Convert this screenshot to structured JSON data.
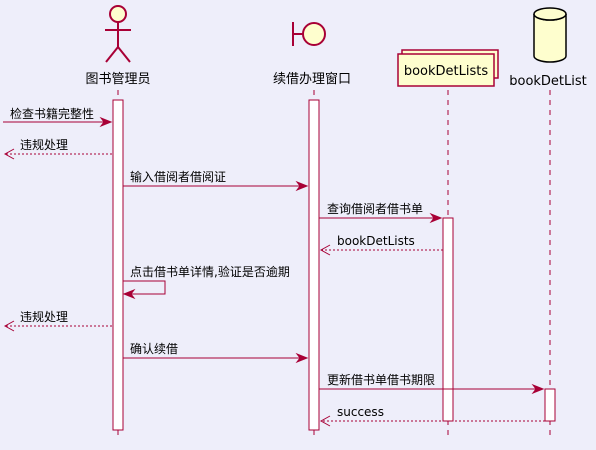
{
  "participants": {
    "librarian": {
      "label": "图书管理员",
      "kind": "actor"
    },
    "renewal_window": {
      "label": "续借办理窗口",
      "kind": "boundary"
    },
    "collection": {
      "label": "bookDetLists",
      "kind": "collections"
    },
    "database": {
      "label": "bookDetList",
      "kind": "database"
    }
  },
  "messages": [
    {
      "text": "检查书籍完整性",
      "from": "external",
      "to": "librarian",
      "style": "solid"
    },
    {
      "text": "违规处理",
      "from": "librarian",
      "to": "external",
      "style": "dashed"
    },
    {
      "text": "输入借阅者借阅证",
      "from": "librarian",
      "to": "renewal_window",
      "style": "solid"
    },
    {
      "text": "查询借阅者借书单",
      "from": "renewal_window",
      "to": "collection",
      "style": "solid"
    },
    {
      "text": "bookDetLists",
      "from": "collection",
      "to": "renewal_window",
      "style": "dashed"
    },
    {
      "text": "点击借书单详情,验证是否逾期",
      "from": "librarian",
      "to": "librarian",
      "style": "solid"
    },
    {
      "text": "违规处理",
      "from": "librarian",
      "to": "external",
      "style": "dashed"
    },
    {
      "text": "确认续借",
      "from": "librarian",
      "to": "renewal_window",
      "style": "solid"
    },
    {
      "text": "更新借书单借书期限",
      "from": "renewal_window",
      "to": "database",
      "style": "solid"
    },
    {
      "text": "success",
      "from": "database",
      "to": "renewal_window",
      "style": "dashed"
    }
  ],
  "colors": {
    "background": "#eeeefa",
    "line": "#a80036",
    "participant_fill": "#fefece"
  }
}
